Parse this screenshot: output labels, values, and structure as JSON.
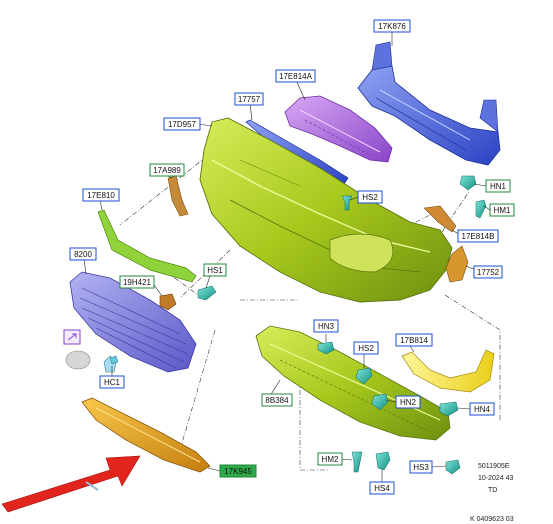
{
  "labels": {
    "p17K876": "17K876",
    "p17E814A": "17E814A",
    "p17757": "17757",
    "p17D957": "17D957",
    "p17A989": "17A989",
    "p17E810": "17E810",
    "pHS2a": "HS2",
    "pHN1": "HN1",
    "pHM1": "HM1",
    "p17E814B": "17E814B",
    "p8200": "8200",
    "pHS1": "HS1",
    "p19H421": "19H421",
    "p17752": "17752",
    "pHN3": "HN3",
    "pHS2b": "HS2",
    "p17B814": "17B814",
    "pHC1": "HC1",
    "p8B384": "8B384",
    "pHN2": "HN2",
    "pHN4": "HN4",
    "pHM2": "HM2",
    "pHS3": "HS3",
    "pHS4": "HS4",
    "p17K945": "17K945"
  },
  "footer": {
    "line1": "5011905E",
    "line2": "10-2024 43",
    "line3": "TD",
    "line4": "K 0409623 03"
  },
  "colors": {
    "bumper": "#a6c81c",
    "reinforcement": "#4a63d6",
    "absorber": "#a35fd6",
    "grille": "#7a78e0",
    "skid_plate": "#e9a21c",
    "lip": "#f3e23a",
    "clips": "#1fb7a8",
    "arrow": "#e1241c",
    "callout_blue": "#1a4fd0",
    "callout_green": "#1f8a3a"
  }
}
